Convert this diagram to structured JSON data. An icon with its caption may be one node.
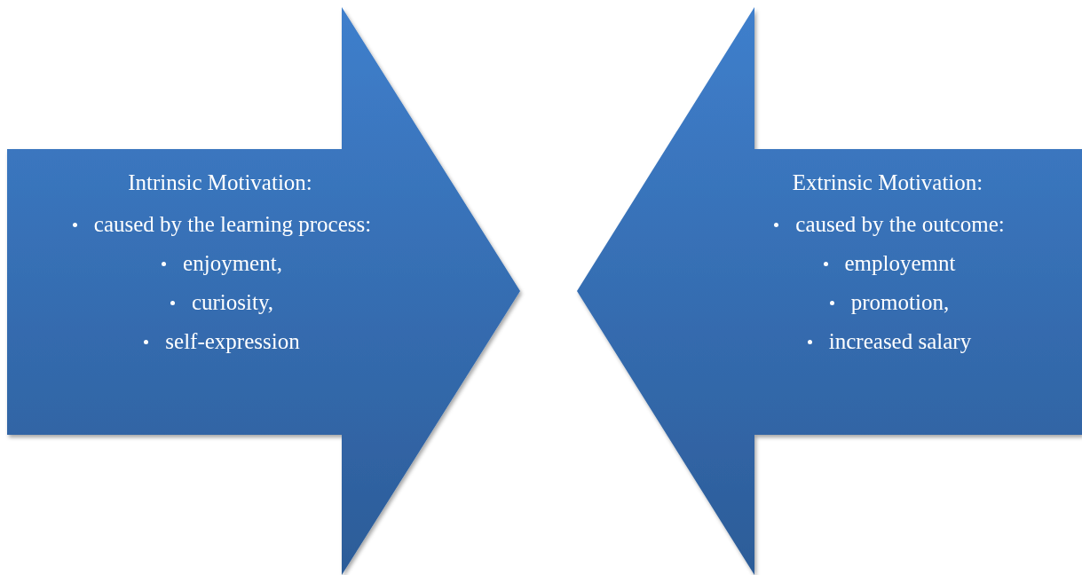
{
  "diagram": {
    "nodes": [
      {
        "text": [
          "Intrinsic Motivation:",
          "caused by the learning process:",
          "enjoyment,",
          "curiosity,",
          "self-expression"
        ]
      },
      {
        "text": [
          "Extrinsic Motivation:",
          "caused by the outcome:",
          "employemnt",
          "promotion,",
          "increased salary"
        ]
      }
    ]
  }
}
